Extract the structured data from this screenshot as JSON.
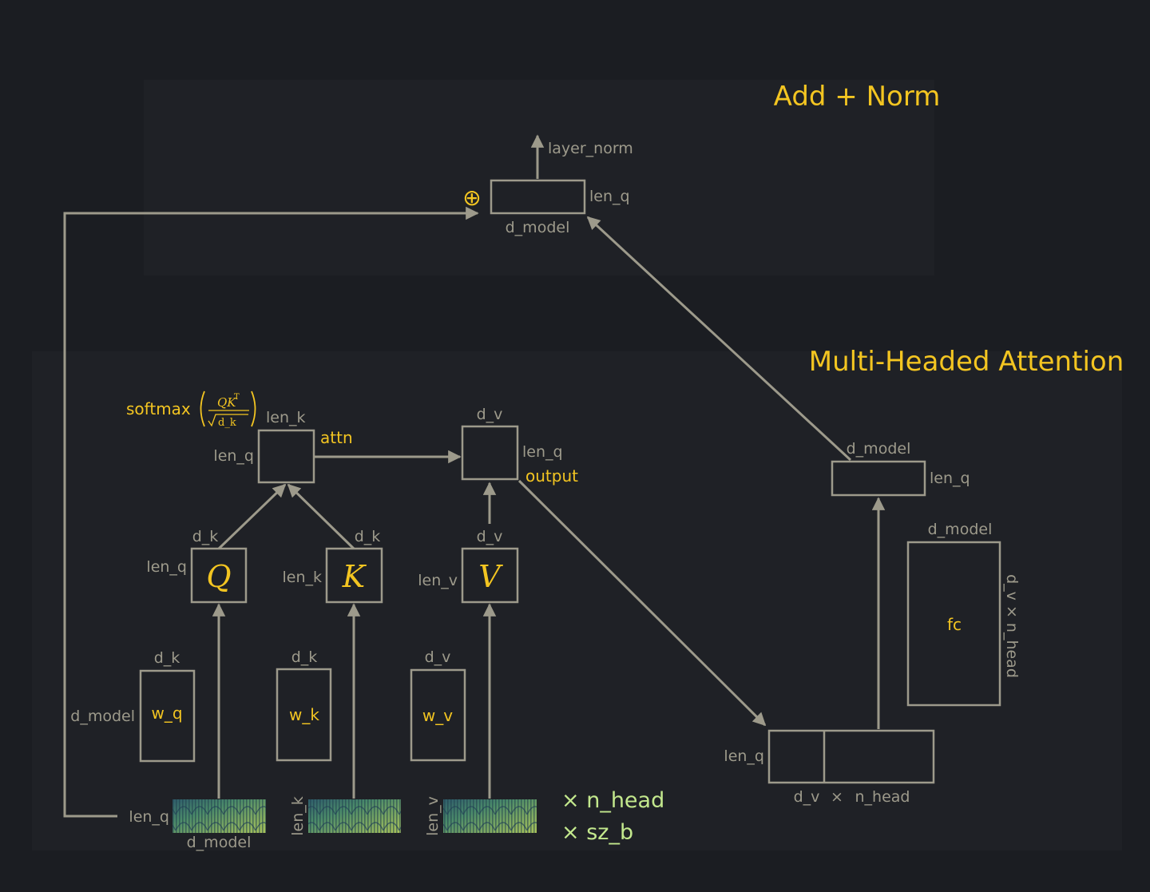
{
  "sections": {
    "add_norm_title": "Add + Norm",
    "mha_title": "Multi-Headed Attention"
  },
  "add_norm": {
    "output_label": "layer_norm",
    "plus_symbol": "⊕",
    "rows_label": "len_q",
    "cols_label": "d_model"
  },
  "attn": {
    "softmax_word": "softmax",
    "formula_numerator": "QK",
    "formula_superscript": "T",
    "formula_denominator": "d_k",
    "cols_label": "len_k",
    "rows_label": "len_q",
    "name": "attn"
  },
  "output": {
    "cols_label": "d_v",
    "rows_label": "len_q",
    "name": "output"
  },
  "q": {
    "symbol": "Q",
    "cols_label": "d_k",
    "rows_label": "len_q"
  },
  "k": {
    "symbol": "K",
    "cols_label": "d_k",
    "rows_label": "len_k"
  },
  "v": {
    "symbol": "V",
    "cols_label": "d_v",
    "rows_label": "len_v"
  },
  "weights": {
    "wq": {
      "name": "w_q",
      "cols_label": "d_k",
      "rows_label": "d_model"
    },
    "wk": {
      "name": "w_k",
      "cols_label": "d_k"
    },
    "wv": {
      "name": "w_v",
      "cols_label": "d_v"
    }
  },
  "inputs": {
    "q_rows_label": "len_q",
    "q_cols_label": "d_model",
    "k_rows_label": "len_k",
    "v_rows_label": "len_v"
  },
  "concat": {
    "rows_label": "len_q",
    "cols_d_v": "d_v",
    "times": "×",
    "cols_n_head": "n_head"
  },
  "fc": {
    "name": "fc",
    "cols_label": "d_model",
    "rows_label": "d_v × n_head"
  },
  "fc_out": {
    "cols_label": "d_model",
    "rows_label": "len_q"
  },
  "multipliers": {
    "n_head": "× n_head",
    "sz_b": "× sz_b"
  },
  "colors": {
    "background": "#1b1d22",
    "panel": "#1f2126",
    "line": "#9d9a8b",
    "accent": "#f3c521",
    "green_text": "#c3e88d"
  }
}
